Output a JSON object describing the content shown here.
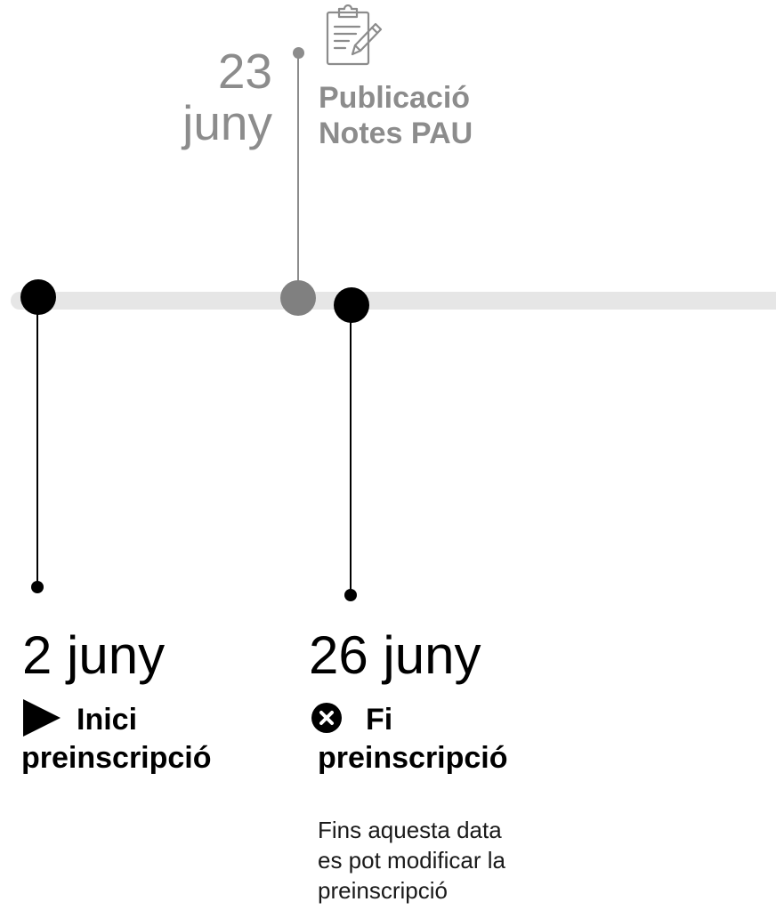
{
  "events": [
    {
      "date": "23 juny",
      "date_lines": [
        "23",
        "juny"
      ],
      "title_lines": [
        "Publicació",
        "Notes PAU"
      ],
      "icon": "clipboard-edit-icon",
      "color": "#8c8c8c"
    },
    {
      "date": "2 juny",
      "title_lines": [
        "Inici",
        "preinscripció"
      ],
      "icon": "play-icon",
      "color": "#000000"
    },
    {
      "date": "26 juny",
      "title_lines": [
        "Fi",
        "preinscripció"
      ],
      "icon": "x-circle-icon",
      "note_lines": [
        "Fins aquesta data",
        "es pot modificar la",
        "preinscripció"
      ],
      "color": "#000000"
    }
  ],
  "colors": {
    "track": "#e6e6e6",
    "primary": "#000000",
    "muted": "#8c8c8c"
  }
}
